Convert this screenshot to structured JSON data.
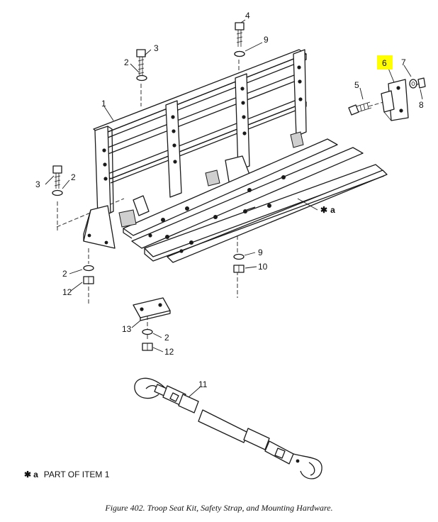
{
  "callouts": {
    "c1": "1",
    "c2a": "2",
    "c2b": "2",
    "c2c": "2",
    "c2d": "2",
    "c3a": "3",
    "c3b": "3",
    "c4": "4",
    "c5": "5",
    "c6": "6",
    "c7": "7",
    "c8": "8",
    "c9a": "9",
    "c9b": "9",
    "c10": "10",
    "c11": "11",
    "c12a": "12",
    "c12b": "12",
    "c13": "13",
    "star_a": "a",
    "star_sym": "✱"
  },
  "legend": {
    "star": "✱",
    "marker": "a",
    "text": "PART OF ITEM 1"
  },
  "caption": "Figure 402.  Troop Seat Kit, Safety Strap, and Mounting Hardware.",
  "colors": {
    "highlight": "#ffff00",
    "line": "#1a1a1a"
  }
}
